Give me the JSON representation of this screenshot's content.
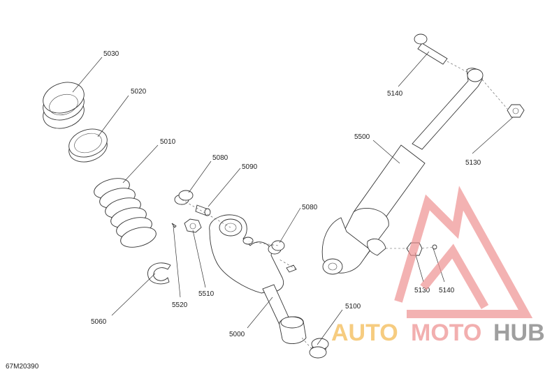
{
  "drawing_code": "67M20390",
  "parts": {
    "p5030": "5030",
    "p5020": "5020",
    "p5010": "5010",
    "p5060": "5060",
    "p5080a": "5080",
    "p5090": "5090",
    "p5080b": "5080",
    "p5510": "5510",
    "p5520": "5520",
    "p5000": "5000",
    "p5100": "5100",
    "p5500": "5500",
    "p5140a": "5140",
    "p5130a": "5130",
    "p5130b": "5130",
    "p5140b": "5140"
  },
  "watermark": {
    "word1": "AUTO",
    "word2": "MOTO",
    "word3": "HUB",
    "color_auto": "#f5c46a",
    "color_moto": "#f0a2a2",
    "color_hub": "#8f8f8f",
    "color_logo": "#ee8f8f"
  }
}
